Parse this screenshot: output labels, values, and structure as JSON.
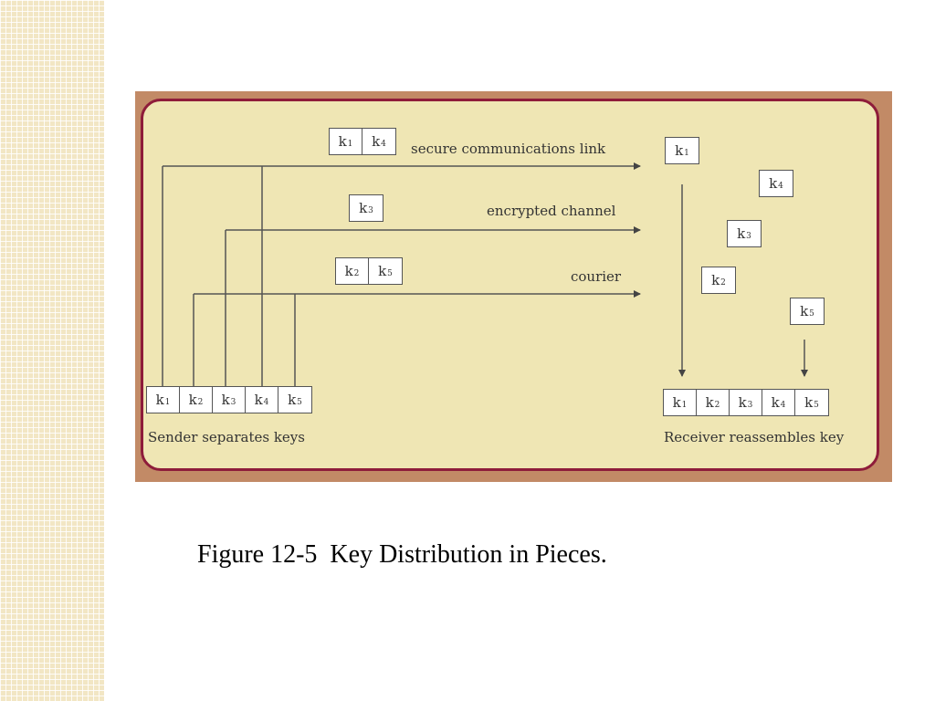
{
  "diagram": {
    "keys": [
      "k1",
      "k2",
      "k3",
      "k4",
      "k5"
    ],
    "channels": [
      {
        "label": "secure communications link",
        "keys": [
          "k1",
          "k4"
        ]
      },
      {
        "label": "encrypted channel",
        "keys": [
          "k3"
        ]
      },
      {
        "label": "courier",
        "keys": [
          "k2",
          "k5"
        ]
      }
    ],
    "sender_label": "Sender separates keys",
    "receiver_label": "Receiver reassembles key",
    "receiver_loose_keys": [
      "k1",
      "k4",
      "k3",
      "k2",
      "k5"
    ],
    "colors": {
      "frame": "#c28a66",
      "panel": "#efe6b4",
      "border": "#8e1c3a",
      "side_strip": "#f2e6c4"
    }
  },
  "caption": "Figure 12-5  Key Distribution in Pieces."
}
